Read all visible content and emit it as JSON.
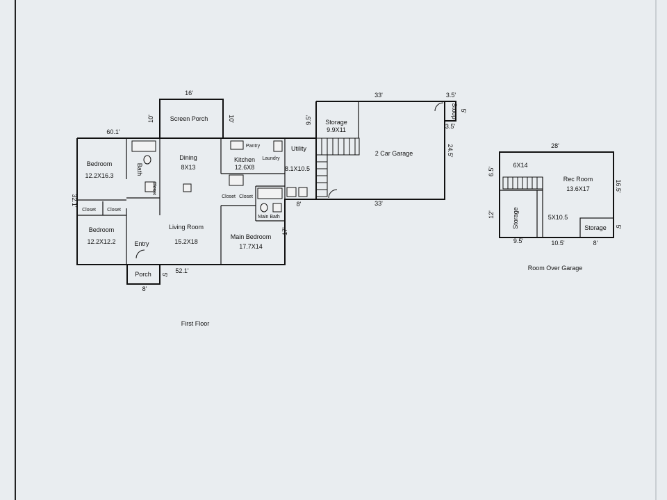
{
  "first_floor": {
    "caption": "First Floor",
    "rooms": {
      "screen_porch": "Screen Porch",
      "bedroom1": "Bedroom",
      "bedroom1_size": "12.2X16.3",
      "bath": "Bath",
      "closet_small": "Closet",
      "dining": "Dining",
      "dining_size": "8X13",
      "kitchen": "Kitchen",
      "kitchen_size": "12.6X8",
      "pantry": "Pantry",
      "laundry": "Laundry",
      "utility": "Utility",
      "utility_size": "8.1X10.5",
      "closet_a": "Closet",
      "closet_b": "Closet",
      "bedroom2": "Bedroom",
      "bedroom2_size": "12.2X12.2",
      "living_room": "Living Room",
      "living_room_size": "15.2X18",
      "entry": "Entry",
      "closet_c": "Closet",
      "closet_d": "Closet",
      "main_bath": "Main Bath",
      "main_bedroom": "Main Bedroom",
      "main_bedroom_size": "17.7X14",
      "porch": "Porch",
      "storage": "Storage",
      "storage_size": "9.9X11",
      "garage": "2 Car Garage",
      "stoop": "Stoop"
    },
    "dimensions": {
      "porch_width": "16'",
      "porch_left": "10'",
      "porch_right": "10'",
      "house_top": "60.1'",
      "house_side": "32.1'",
      "house_bottom": "52.1'",
      "porch_small_w": "8'",
      "porch_small_h": "5'",
      "utility_bottom": "8'",
      "main_bed_side": "17'",
      "storage_side": "9.5'",
      "garage_top": "33'",
      "garage_bottom": "33'",
      "garage_side": "24.5'",
      "stoop_top": "3.5'",
      "stoop_bottom": "3.5'",
      "stoop_side": "5'"
    }
  },
  "over_garage": {
    "caption": "Room Over Garage",
    "rooms": {
      "landing_size": "6X14",
      "rec_room": "Rec Room",
      "rec_room_size": "13.6X17",
      "storage_left": "Storage",
      "closet_size": "5X10.5",
      "storage_right": "Storage"
    },
    "dimensions": {
      "top": "28'",
      "left_upper": "6.5'",
      "left_lower": "12'",
      "right_upper": "16.5'",
      "right_lower": "5'",
      "bottom_left": "9.5'",
      "bottom_mid": "10.5'",
      "bottom_right": "8'"
    }
  },
  "colors": {
    "paper": "#e9edf0",
    "ink": "#111111"
  }
}
